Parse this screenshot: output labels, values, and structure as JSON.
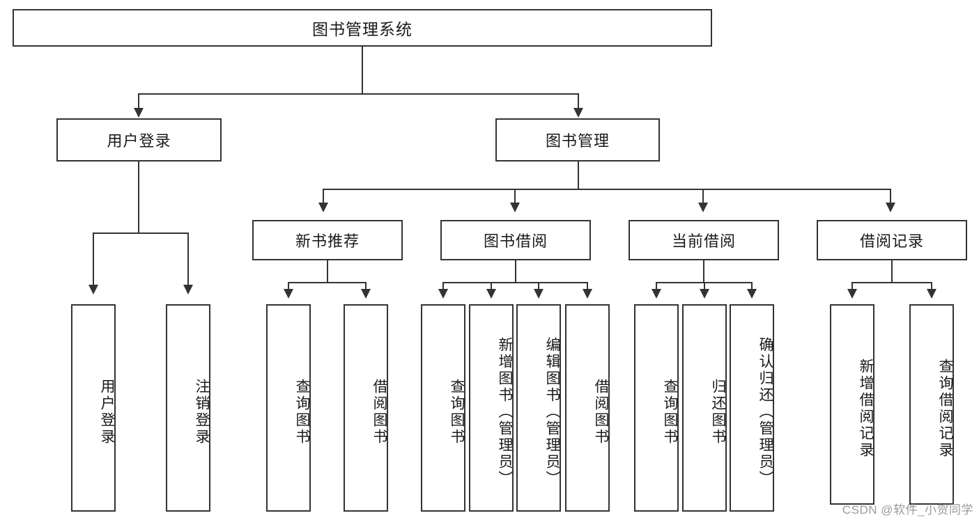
{
  "diagram": {
    "type": "tree",
    "title": "图书管理系统",
    "root": {
      "label": "图书管理系统"
    },
    "level2": [
      {
        "label": "用户登录"
      },
      {
        "label": "图书管理"
      }
    ],
    "level3": [
      {
        "label": "新书推荐"
      },
      {
        "label": "图书借阅"
      },
      {
        "label": "当前借阅"
      },
      {
        "label": "借阅记录"
      }
    ],
    "leaves": {
      "user_login": [
        {
          "label": "用户登录"
        },
        {
          "label": "注销登录"
        }
      ],
      "new_book_recommend": [
        {
          "label": "查询图书"
        },
        {
          "label": "借阅图书"
        }
      ],
      "book_borrow": [
        {
          "label": "查询图书"
        },
        {
          "label": "新增图书（管理员）"
        },
        {
          "label": "编辑图书（管理员）"
        },
        {
          "label": "借阅图书"
        }
      ],
      "current_borrow": [
        {
          "label": "查询图书"
        },
        {
          "label": "归还图书"
        },
        {
          "label": "确认归还（管理员）"
        }
      ],
      "borrow_record": [
        {
          "label": "新增借阅记录"
        },
        {
          "label": "查询借阅记录"
        }
      ]
    }
  },
  "watermark": {
    "text": "CSDN @软件_小贺同学"
  },
  "colors": {
    "border": "#333333",
    "background": "#ffffff",
    "text": "#1a1a1a",
    "watermark": "#9a9a9a"
  }
}
